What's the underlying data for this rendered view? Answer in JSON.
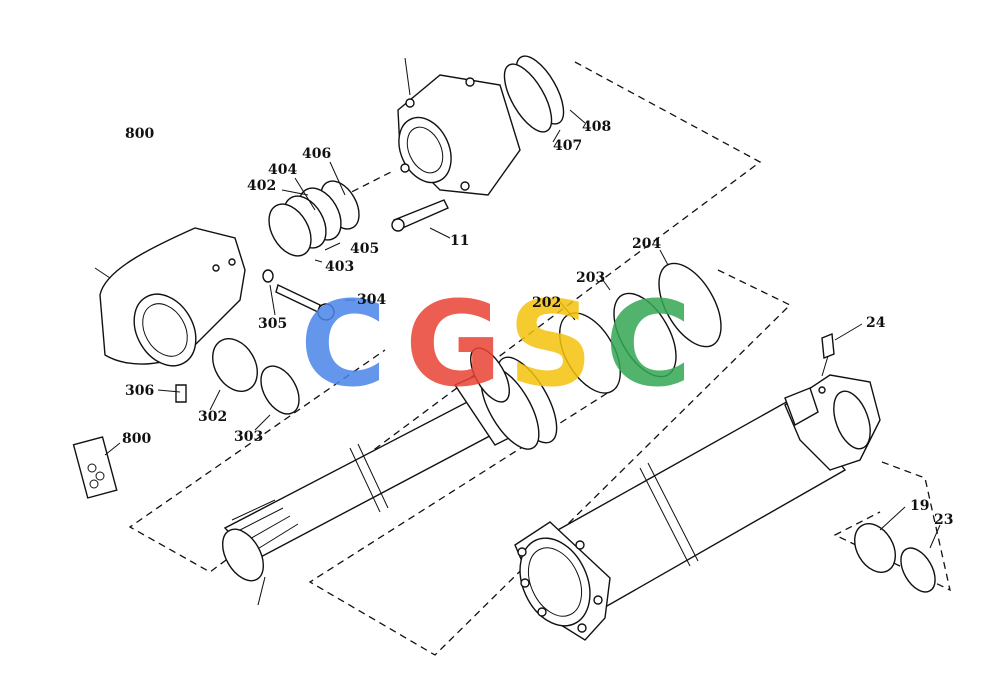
{
  "labels": {
    "l800a": "800",
    "l800b": "800",
    "l402": "402",
    "l403": "403",
    "l404": "404",
    "l405": "405",
    "l406": "406",
    "l407": "407",
    "l408": "408",
    "l11": "11",
    "l202": "202",
    "l203": "203",
    "l204": "204",
    "l24": "24",
    "l302": "302",
    "l303": "303",
    "l304": "304",
    "l305": "305",
    "l306": "306",
    "l19": "19",
    "l23": "23"
  },
  "watermark": {
    "letters": [
      "C",
      "G",
      "S",
      "C"
    ],
    "colors": [
      "#4a86e8",
      "#ea4335",
      "#f4c20d",
      "#34a853"
    ]
  }
}
